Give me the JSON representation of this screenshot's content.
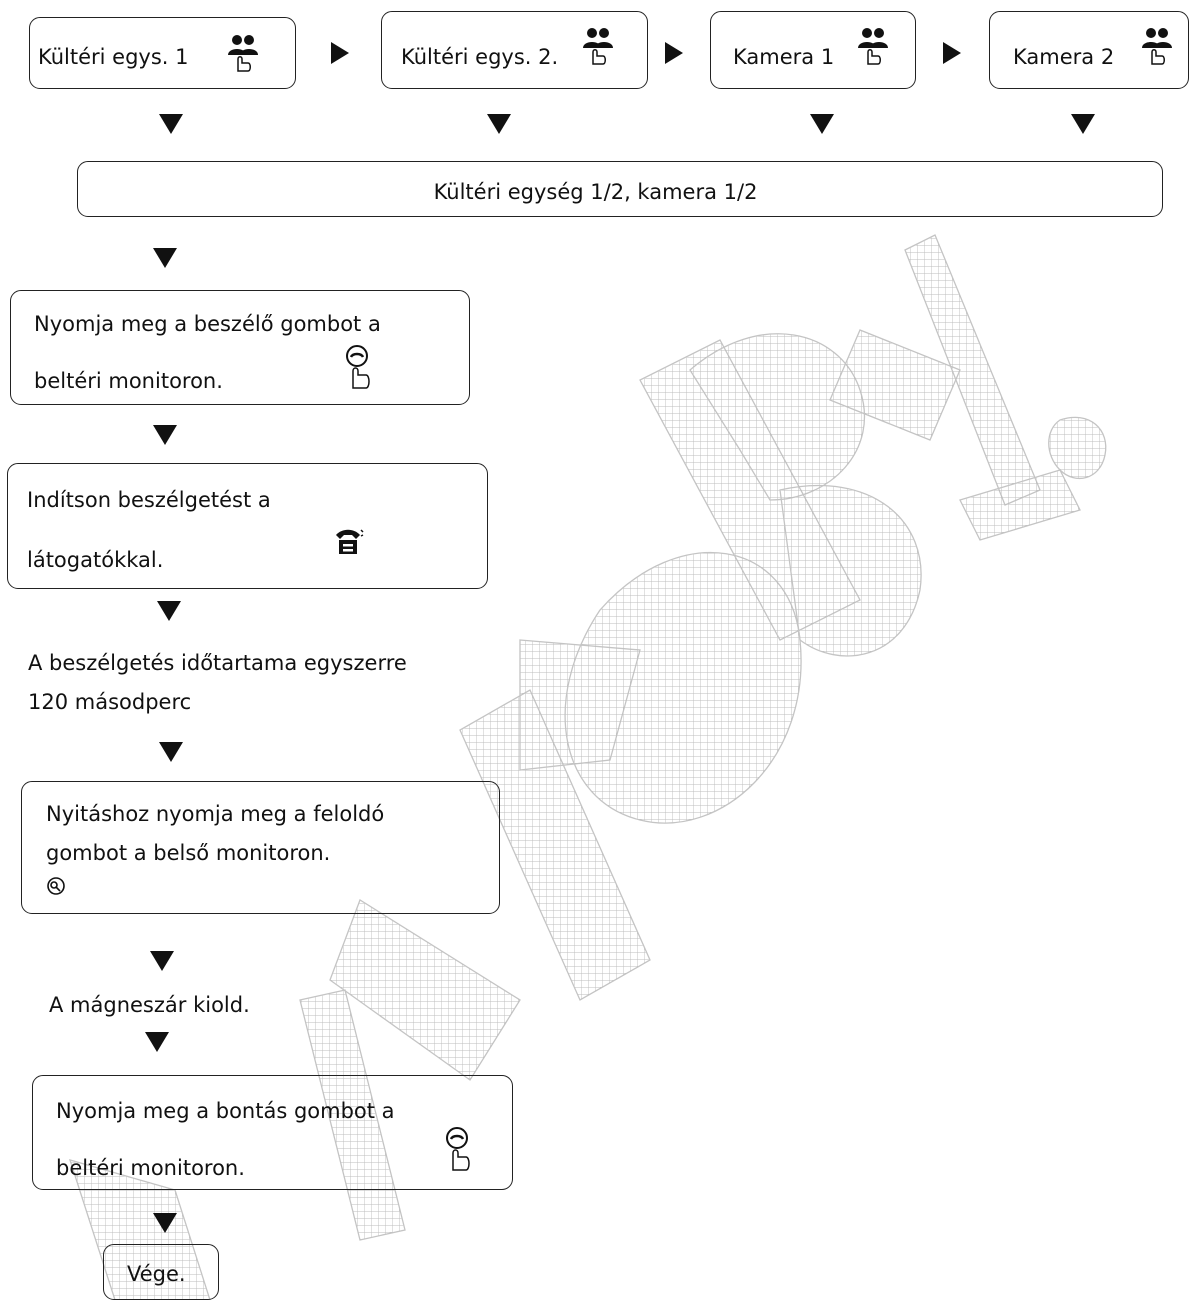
{
  "top_row": {
    "items": [
      {
        "label": "Kültéri egys. 1",
        "icon": "people-hand-icon"
      },
      {
        "label": "Kültéri egys. 2.",
        "icon": "people-hand-icon"
      },
      {
        "label": "Kamera 1",
        "icon": "people-hand-icon"
      },
      {
        "label": "Kamera 2",
        "icon": "people-hand-icon"
      }
    ]
  },
  "combined": {
    "label": "Kültéri egység 1/2, kamera 1/2"
  },
  "steps": {
    "talk_button": {
      "line1": "Nyomja meg a beszélő gombot a",
      "line2": "beltéri monitoron.",
      "icon": "talk-button-hand-icon"
    },
    "start_call": {
      "line1": "Indítson beszélgetést a",
      "line2": "látogatókkal.",
      "icon": "telephone-icon"
    },
    "duration": {
      "line1": "A beszélgetés időtartama egyszerre",
      "line2": "120 másodperc"
    },
    "unlock": {
      "line1": "Nyitáshoz nyomja meg a feloldó",
      "line2": "gombot a belső monitoron.",
      "icon": "unlock-key-icon"
    },
    "lock_release": {
      "text": "A mágneszár kiold."
    },
    "hangup": {
      "line1": "Nyomja meg a bontás gombot a",
      "line2": "beltéri monitoron.",
      "icon": "hangup-button-hand-icon"
    },
    "end": {
      "text": "Vége."
    }
  },
  "watermark": {
    "text": "Nexio Bt.",
    "color": "#c8c8c8"
  }
}
